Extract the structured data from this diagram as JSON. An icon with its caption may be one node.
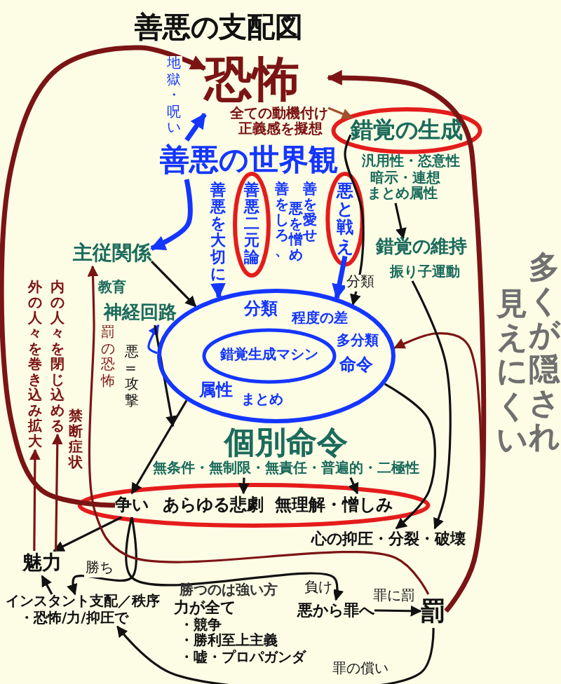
{
  "diagram": {
    "title": "善悪の支配図",
    "nodes": [
      {
        "text": [
          "恐怖",
          "全ての動機付け",
          "正義感を擬想"
        ]
      },
      {
        "text": [
          "善悪の世界観"
        ]
      },
      {
        "text": [
          "善悪を大切に"
        ]
      },
      {
        "text": [
          "善悪二元論"
        ]
      },
      {
        "text": [
          "善をしろ、",
          "悪を憎め",
          "善を愛せ"
        ]
      },
      {
        "text": [
          "悪と戦え"
        ]
      },
      {
        "text": [
          "錯覚の生成",
          "汎用性・恣意性",
          "暗示・連想",
          "まとめ属性"
        ]
      },
      {
        "text": [
          "主従関係"
        ]
      },
      {
        "text": [
          "神経回路"
        ]
      },
      {
        "text": [
          "錯覚の維持",
          "振り子運動"
        ]
      },
      {
        "text": [
          "分類",
          "程度の差",
          "多分類",
          "命令",
          "属性",
          "まとめ"
        ]
      },
      {
        "text": [
          "錯覚生成マシン"
        ],
        "in": 10
      },
      {
        "text": [
          "個別命令",
          "無条件・無制限・無責任・普遍的・二極性"
        ]
      },
      {
        "text": [
          "争い"
        ]
      },
      {
        "text": [
          "あらゆる悲劇"
        ]
      },
      {
        "text": [
          "無理解・憎しみ"
        ]
      },
      {
        "text": [
          "心の抑圧・分裂・破壊"
        ]
      },
      {
        "text": [
          "魅力"
        ]
      },
      {
        "text": [
          "インスタント支配／秩序",
          "・恐怖/力/抑圧で"
        ]
      },
      {
        "text": [
          "力が全て",
          "・競争",
          "・勝利至上主義",
          "・嘘・プロパガンダ"
        ]
      },
      {
        "text": [
          "悪から罪へ"
        ]
      },
      {
        "text": [
          "罰"
        ]
      },
      {
        "text": [
          "外の人々を巻き込み拡大"
        ]
      },
      {
        "text": [
          "内の人々を閉じ込める"
        ]
      }
    ],
    "edges": [
      {
        "from": 1,
        "to": 0,
        "arrow": "to",
        "label": "地獄・呪い",
        "style": "thick",
        "color": "#1436ff"
      },
      {
        "from": 0,
        "to": 6,
        "arrow": "to",
        "color": "#a0522d"
      },
      {
        "from": 21,
        "to": 0,
        "arrow": "to",
        "style": "thick",
        "color": "#7b1414"
      },
      {
        "from": 21,
        "to": 10,
        "arrow": "to",
        "color": "#7b1414"
      },
      {
        "from": 13,
        "to": 0,
        "arrow": "to",
        "style": "thick",
        "color": "#7b1414"
      },
      {
        "from": 1,
        "to": 7,
        "arrow": "to",
        "style": "thick",
        "color": "#1436ff"
      },
      {
        "from": 7,
        "to": 10,
        "arrow": "to"
      },
      {
        "from": 10,
        "to": 8,
        "arrow": "to",
        "color": "#1436ff"
      },
      {
        "from": 8,
        "to": 12,
        "arrow": "to",
        "label": "悪=攻撃"
      },
      {
        "from": 2,
        "to": 10,
        "arrow": "to",
        "style": "thick",
        "color": "#1436ff"
      },
      {
        "from": 5,
        "to": 10,
        "arrow": "to",
        "style": "thick",
        "color": "#1436ff"
      },
      {
        "from": 6,
        "to": 9,
        "arrow": "to"
      },
      {
        "from": 6,
        "to": 10,
        "arrow": "to",
        "label": "分類"
      },
      {
        "from": 10,
        "to": 13,
        "arrow": "to"
      },
      {
        "from": 12,
        "to": 14,
        "arrow": "to"
      },
      {
        "from": 12,
        "to": 15,
        "arrow": "to"
      },
      {
        "from": 10,
        "to": 16,
        "arrow": "to"
      },
      {
        "from": 9,
        "to": 16,
        "arrow": "to"
      },
      {
        "from": 13,
        "to": 17,
        "arrow": "to"
      },
      {
        "from": 18,
        "to": 17,
        "arrow": "to"
      },
      {
        "from": 13,
        "to": 18,
        "arrow": "to",
        "label": "勝ち"
      },
      {
        "from": 13,
        "to": 20,
        "arrow": "to",
        "label": "負け"
      },
      {
        "from": 20,
        "to": 21,
        "arrow": "to",
        "label": "罪に罰"
      },
      {
        "from": 21,
        "to": 18,
        "arrow": "to",
        "label": "罪の償い"
      },
      {
        "from": 21,
        "to": 7,
        "arrow": "to",
        "label": "罰の恐怖",
        "color": "#7b1414"
      },
      {
        "from": 17,
        "to": 22,
        "arrow": "to",
        "color": "#7b1414"
      },
      {
        "from": 17,
        "to": 23,
        "arrow": "to",
        "color": "#7b1414"
      }
    ],
    "labels": [
      "教育",
      "禁断症状",
      "勝つのは強い方",
      "多くが隠され",
      "見えにくい"
    ]
  }
}
